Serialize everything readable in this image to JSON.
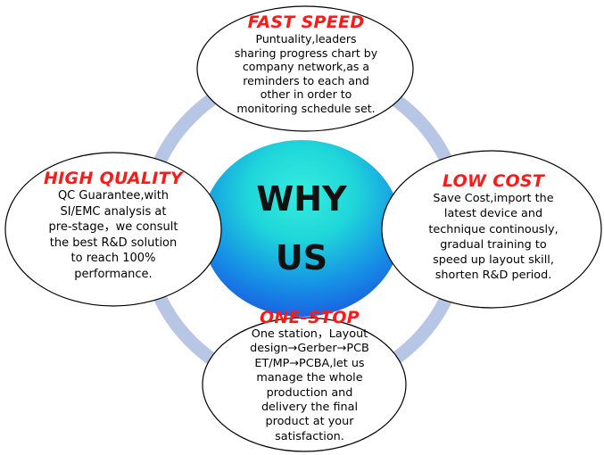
{
  "center": {
    "line1": "WHY",
    "line2": "US"
  },
  "nodes": {
    "top": {
      "heading": "FAST SPEED",
      "lines": [
        "Puntuality,leaders",
        "sharing progress chart by",
        "company network,as a",
        "reminders to each and",
        "other in order to",
        "monitoring schedule set."
      ]
    },
    "left": {
      "heading": "HIGH QUALITY",
      "lines": [
        "QC Guarantee,with",
        "SI/EMC analysis at",
        "pre-stage，we consult",
        "the best R&D solution",
        "to reach 100%",
        "performance."
      ]
    },
    "right": {
      "heading": "LOW COST",
      "lines": [
        "Save Cost,import the",
        "latest device and",
        "technique continously,",
        "gradual training to",
        "speed up layout skill,",
        "shorten R&D period."
      ]
    },
    "bottom": {
      "heading": "ONE-STOP",
      "lines": [
        "One station，Layout",
        "design→Gerber→PCB",
        "ET/MP→PCBA,let us",
        "manage the whole",
        "production  and",
        "delivery the final",
        "product at your",
        "satisfaction."
      ]
    }
  },
  "colors": {
    "ring": "#b6c6e4",
    "heading": "#ff1a1a",
    "center_top": "#1ee6d6",
    "center_bottom": "#1a62e6"
  }
}
